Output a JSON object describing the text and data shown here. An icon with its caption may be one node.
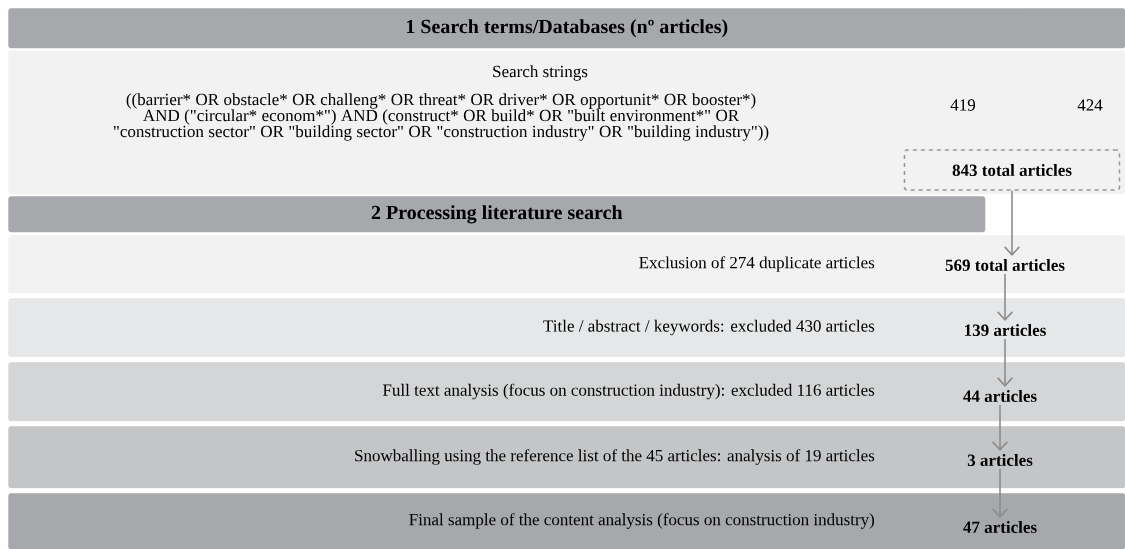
{
  "diagram": {
    "nodes": [
      {
        "text": [
          "1 Search terms/Databases (nº articles)"
        ]
      },
      {
        "text": [
          "Search strings",
          "((barrier* OR obstacle* OR challeng* OR threat* OR driver* OR opportunit* OR booster*) AND (\"circular* econom*\") AND (construct* OR build* OR \"built environment*\" OR \"construction sector\" OR \"building sector\" OR \"construction industry\" OR \"building industry\"))"
        ]
      },
      {
        "text": [
          "843 total articles"
        ],
        "in": 1
      },
      {
        "text": [
          "2 Processing literature search"
        ]
      },
      {
        "text": [
          "Exclusion of 274 duplicate articles"
        ]
      },
      {
        "text": [
          "569 total articles"
        ],
        "in": 4
      },
      {
        "text": [
          "Title / abstract / keywords: excluded 430 articles"
        ]
      },
      {
        "text": [
          "139 articles"
        ],
        "in": 6
      },
      {
        "text": [
          "Full text analysis (focus on construction industry): excluded 116 articles"
        ]
      },
      {
        "text": [
          "44 articles"
        ],
        "in": 8
      },
      {
        "text": [
          "Snowballing using the reference list of the 45 articles: analysis of 19 articles"
        ]
      },
      {
        "text": [
          "3 articles"
        ],
        "in": 10
      },
      {
        "text": [
          "Final sample of the content analysis (focus on construction industry)"
        ]
      },
      {
        "text": [
          "47 articles"
        ],
        "in": 12
      }
    ],
    "edges": [
      {
        "from": 2,
        "to": 5,
        "arrow": "to"
      },
      {
        "from": 5,
        "to": 7,
        "arrow": "to"
      },
      {
        "from": 7,
        "to": 9,
        "arrow": "to"
      },
      {
        "from": 9,
        "to": 11,
        "arrow": "to"
      },
      {
        "from": 11,
        "to": 13,
        "arrow": "to"
      }
    ],
    "labels": [
      "419",
      "424"
    ]
  }
}
